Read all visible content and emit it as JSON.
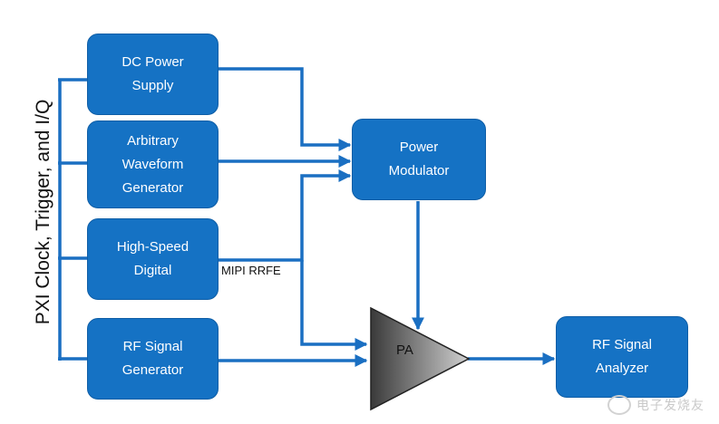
{
  "side_label": "PXI Clock, Trigger, and I/Q",
  "blocks": {
    "dc_power": "DC Power\nSupply",
    "awg": "Arbitrary\nWaveform\nGenerator",
    "digital": "High-Speed\nDigital",
    "rf_gen": "RF Signal\nGenerator",
    "power_mod": "Power\nModulator",
    "rf_analyzer": "RF Signal\nAnalyzer"
  },
  "amplifier_label": "PA",
  "link_label": "MIPI RRFE",
  "watermark": "电子发烧友",
  "colors": {
    "block_fill": "#1572c4",
    "wire": "#1a6fc2",
    "pa_gradient_dark": "#3a3a3a",
    "pa_gradient_light": "#cfcfcf"
  }
}
